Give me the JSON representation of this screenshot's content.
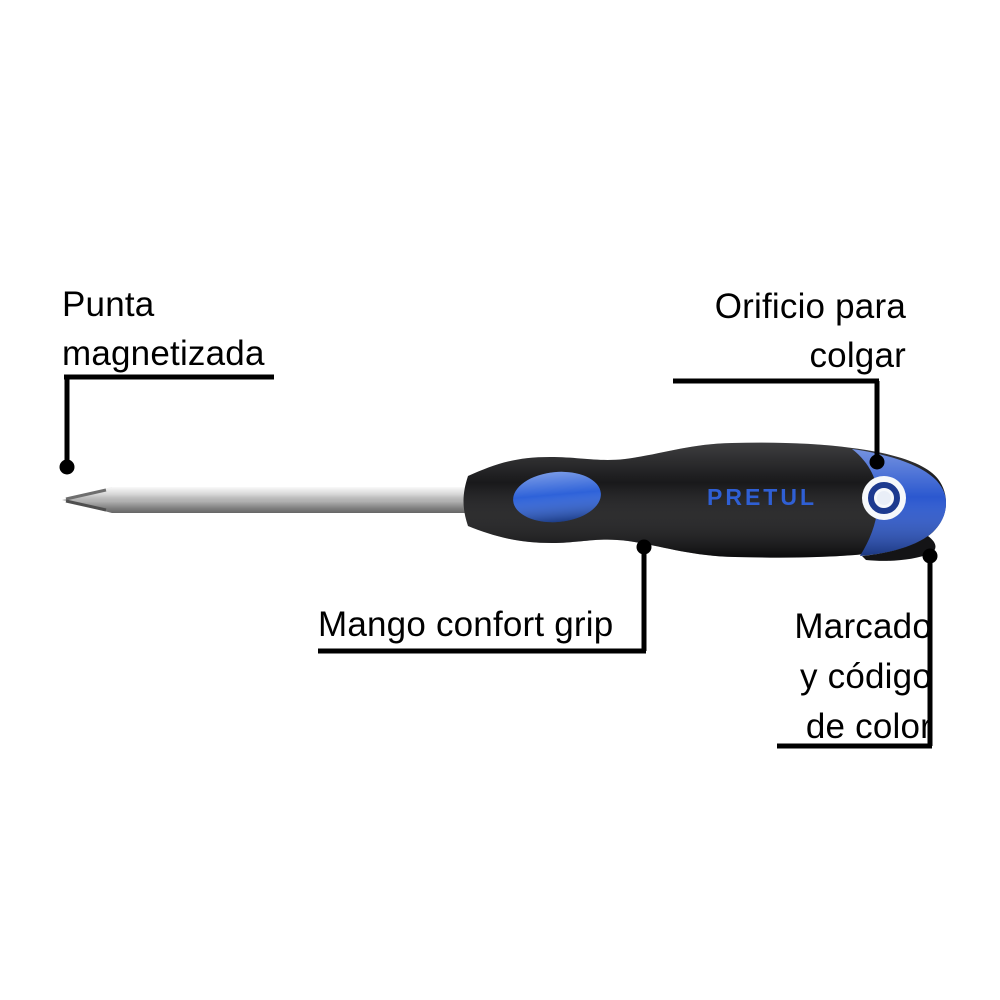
{
  "diagram": {
    "brand": {
      "text": "PRETUL"
    },
    "labels": {
      "punta": {
        "text": "Punta\nmagnetizada"
      },
      "orificio": {
        "text": "Orificio para\ncolgar"
      },
      "mango": {
        "text": "Mango confort grip"
      },
      "marcado": {
        "text": "Marcado\ny código\nde color"
      }
    },
    "colors": {
      "label_text": "#000000",
      "callout_line": "#000000",
      "handle_black": "#141416",
      "accent_blue": "#2e62d9",
      "cap_blue": "#2b58cf",
      "brand_blue": "#2f5fd4",
      "hole_ring_blue": "#1d3a8f",
      "hole_white": "#f6f8fb",
      "shaft_silver": "#c9c9c9",
      "tip_steel": "#b9b9b9"
    }
  }
}
